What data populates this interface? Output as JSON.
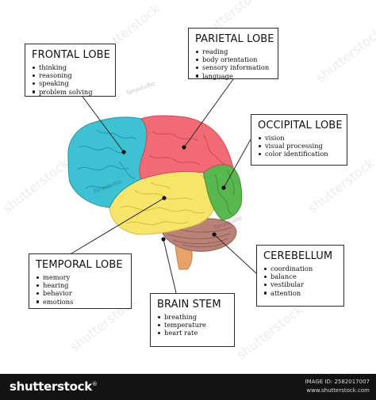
{
  "labels": {
    "frontal": {
      "title": "FRONTAL LOBE",
      "items": [
        "thinking",
        "reasoning",
        "speaking",
        "problem solving"
      ],
      "color": "#3ec1d3"
    },
    "parietal": {
      "title": "PARIETAL LOBE",
      "items": [
        "reading",
        "body orientation",
        "sensory information",
        "language"
      ],
      "color": "#f06b76"
    },
    "occipital": {
      "title": "OCCIPITAL LOBE",
      "items": [
        "vision",
        "visual processing",
        "color identification"
      ],
      "color": "#58b84f"
    },
    "temporal": {
      "title": "TEMPORAL LOBE",
      "items": [
        "memory",
        "hearing",
        "behavior",
        "emotions"
      ],
      "color": "#f7e46a"
    },
    "cerebellum": {
      "title": "CEREBELLUM",
      "items": [
        "coordination",
        "balance",
        "vestibular",
        "attention"
      ],
      "color": "#b98277"
    },
    "brainstem": {
      "title": "BRAIN STEM",
      "items": [
        "breathing",
        "temperature",
        "heart rate"
      ],
      "color": "#e8a167"
    }
  },
  "watermarks": {
    "shutterstock": "shutterstock",
    "artist": "Tanastudio"
  },
  "footer": {
    "logo": "shutterstock",
    "image_id": "IMAGE ID: 2582017007",
    "url": "www.shutterstock.com"
  }
}
